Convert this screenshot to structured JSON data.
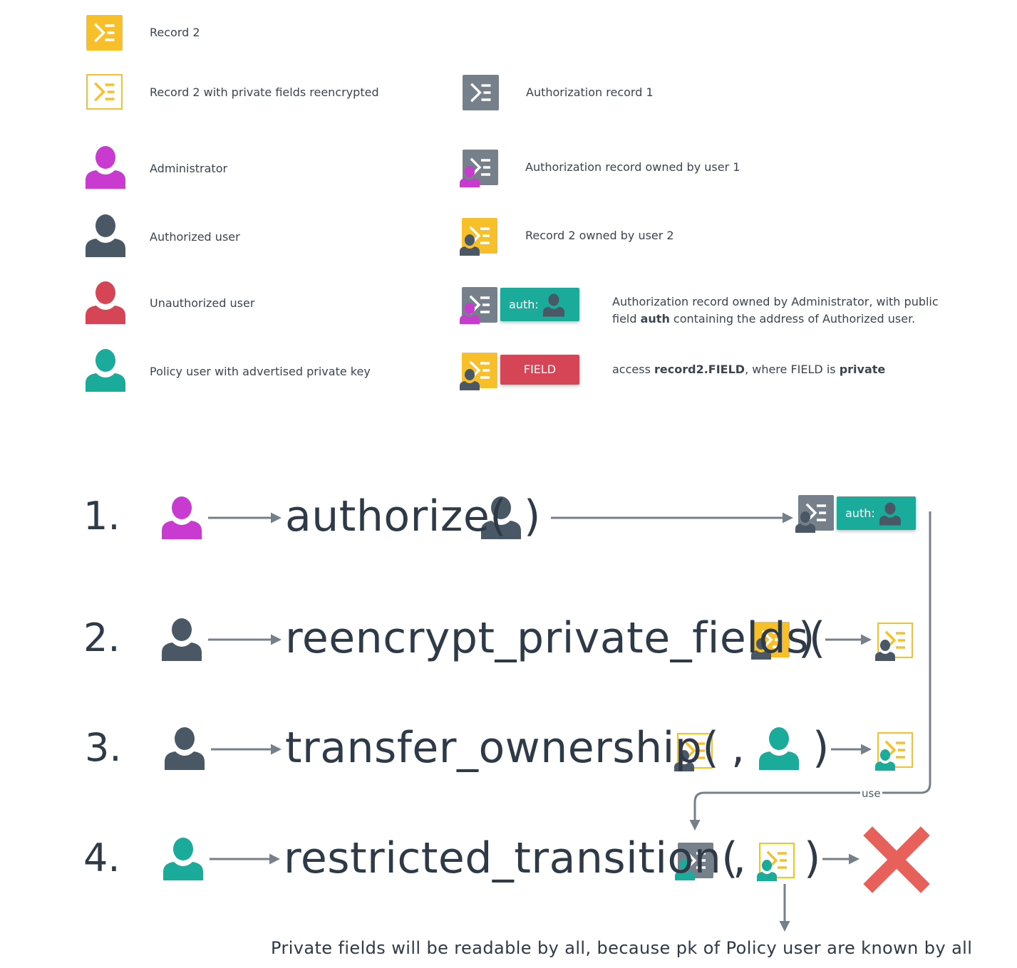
{
  "colors": {
    "record": "#f7c02b",
    "auth_record": "#75808a",
    "administrator": "#c93ad1",
    "authorized_user": "#4a5866",
    "unauthorized_user": "#d64556",
    "policy_user": "#1aab9b",
    "arrow": "#75808a",
    "cross": "#e8605a",
    "text": "#2e3a47"
  },
  "legend": {
    "record2": "Record 2",
    "record2_reencrypted": "Record 2 with private fields reencrypted",
    "administrator": "Administrator",
    "authorized_user": "Authorized user",
    "unauthorized_user": "Unauthorized user",
    "policy_user": "Policy user with advertised private key",
    "auth_record1": "Authorization record 1",
    "auth_record_user1": "Authorization record owned by user 1",
    "record2_user2": "Record 2 owned by user 2",
    "auth_admin_line1": "Authorization record owned by Administrator, with public",
    "auth_admin_field_prefix": "field ",
    "auth_admin_field_bold": "auth",
    "auth_admin_field_suffix": " containing the address of Authorized user.",
    "access_prefix": "access ",
    "access_bold1": "record2.FIELD",
    "access_middle": ", where FIELD is ",
    "access_bold2": "private",
    "auth_badge": "auth:",
    "field_badge": "FIELD"
  },
  "steps": [
    {
      "number": "1.",
      "function": "authorize("
    },
    {
      "number": "2.",
      "function": "reencrypt_private_fields("
    },
    {
      "number": "3.",
      "function": "transfer_ownership("
    },
    {
      "number": "4.",
      "function": "restricted_transition("
    }
  ],
  "symbols": {
    "close_paren": ")",
    "comma": ","
  },
  "use_label": "use",
  "footnote": "Private fields will be readable by all, because pk of Policy user are known by all",
  "icons": [
    "record-icon",
    "user-icon",
    "cross-icon",
    "arrow-icon"
  ]
}
